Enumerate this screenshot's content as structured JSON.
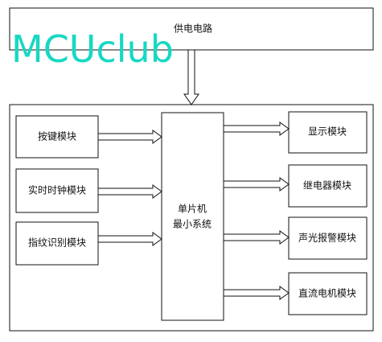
{
  "watermark": {
    "text": "MCUclub",
    "color": "#17D8C2"
  },
  "power_supply": {
    "label": "供电电路"
  },
  "inputs": [
    {
      "label": "按键模块"
    },
    {
      "label": "实时时钟模块"
    },
    {
      "label": "指纹识别模块"
    }
  ],
  "controller": {
    "line1": "单片机",
    "line2": "最小系统"
  },
  "outputs": [
    {
      "label": "显示模块"
    },
    {
      "label": "继电器模块"
    },
    {
      "label": "声光报警模块"
    },
    {
      "label": "直流电机模块"
    }
  ]
}
